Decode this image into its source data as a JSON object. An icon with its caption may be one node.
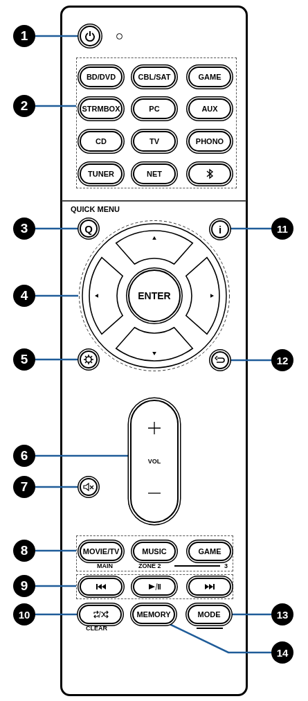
{
  "diagram": {
    "nodes": [
      {
        "text": [
          "1"
        ]
      },
      {
        "text": [],
        "shape": "circle"
      },
      {
        "text": [
          "2"
        ]
      },
      {
        "text": [],
        "shape": "box"
      },
      {
        "text": [
          "BD/DVD"
        ],
        "in": 3
      },
      {
        "text": [
          "CBL/SAT"
        ],
        "in": 3
      },
      {
        "text": [
          "GAME"
        ],
        "in": 3
      },
      {
        "text": [
          "STRMBOX"
        ],
        "in": 3
      },
      {
        "text": [
          "PC"
        ],
        "in": 3
      },
      {
        "text": [
          "AUX"
        ],
        "in": 3
      },
      {
        "text": [
          "CD"
        ],
        "in": 3
      },
      {
        "text": [
          "TV"
        ],
        "in": 3
      },
      {
        "text": [
          "PHONO"
        ],
        "in": 3
      },
      {
        "text": [
          "TUNER"
        ],
        "in": 3
      },
      {
        "text": [
          "NET"
        ],
        "in": 3
      },
      {
        "text": [],
        "shape": "button",
        "in": 3
      },
      {
        "text": [
          "3"
        ]
      },
      {
        "text": [
          "Q"
        ],
        "beside": [
          "QUICK MENU"
        ]
      },
      {
        "text": [
          "11"
        ]
      },
      {
        "text": [
          "i"
        ]
      },
      {
        "text": [
          "4"
        ]
      },
      {
        "text": [],
        "shape": "circle"
      },
      {
        "text": [
          "ENTER"
        ],
        "in": 21
      },
      {
        "text": [
          "5"
        ]
      },
      {
        "text": [],
        "shape": "circle"
      },
      {
        "text": [
          "12"
        ]
      },
      {
        "text": [],
        "shape": "circle"
      },
      {
        "text": [
          "6"
        ]
      },
      {
        "text": [
          "VOL"
        ]
      },
      {
        "text": [
          "7"
        ]
      },
      {
        "text": [],
        "shape": "circle"
      },
      {
        "text": [
          "8"
        ]
      },
      {
        "text": [],
        "shape": "box"
      },
      {
        "text": [
          "MOVIE/TV"
        ],
        "in": 32
      },
      {
        "text": [
          "MUSIC"
        ],
        "in": 32
      },
      {
        "text": [
          "GAME"
        ],
        "in": 32
      },
      {
        "text": [
          "9"
        ]
      },
      {
        "text": [],
        "shape": "box"
      },
      {
        "text": [],
        "shape": "button",
        "in": 37
      },
      {
        "text": [],
        "shape": "button",
        "in": 37
      },
      {
        "text": [],
        "shape": "button",
        "in": 37
      },
      {
        "text": [
          "10"
        ]
      },
      {
        "text": [],
        "shape": "button",
        "beside": [
          "CLEAR"
        ]
      },
      {
        "text": [
          "MEMORY"
        ]
      },
      {
        "text": [
          "MODE"
        ]
      },
      {
        "text": [
          "13"
        ]
      },
      {
        "text": [
          "14"
        ]
      }
    ],
    "edges": [
      {
        "from": 0,
        "to": 1,
        "arrow": "none"
      },
      {
        "from": 2,
        "to": 3,
        "arrow": "none"
      },
      {
        "from": 16,
        "to": 17,
        "arrow": "none"
      },
      {
        "from": 18,
        "to": 19,
        "arrow": "none"
      },
      {
        "from": 20,
        "to": 21,
        "arrow": "none"
      },
      {
        "from": 23,
        "to": 24,
        "arrow": "none"
      },
      {
        "from": 25,
        "to": 26,
        "arrow": "none"
      },
      {
        "from": 27,
        "to": 28,
        "arrow": "none"
      },
      {
        "from": 29,
        "to": 30,
        "arrow": "none"
      },
      {
        "from": 31,
        "to": 32,
        "arrow": "none"
      },
      {
        "from": 36,
        "to": 37,
        "arrow": "none"
      },
      {
        "from": 41,
        "to": 42,
        "arrow": "none"
      },
      {
        "from": 45,
        "to": 44,
        "arrow": "none"
      },
      {
        "from": 46,
        "to": 43,
        "arrow": "none"
      }
    ],
    "labels": [
      "MAIN",
      "ZONE 2",
      "3"
    ]
  }
}
